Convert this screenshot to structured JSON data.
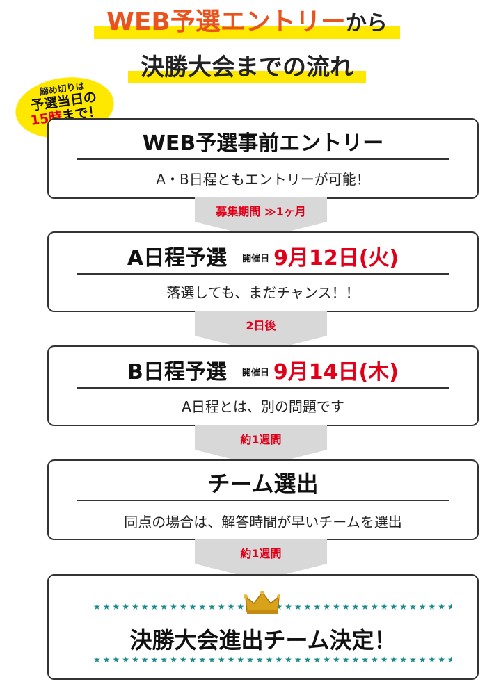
{
  "title": {
    "line1_orange": "WEB予選エントリー",
    "line1_dark": "から",
    "line2": "決勝大会までの流れ"
  },
  "badge": {
    "line1": "締め切りは",
    "line2": "予選当日の",
    "line3_red": "15時",
    "line3_dark": "まで！"
  },
  "steps": [
    {
      "title": "WEB予選事前エントリー",
      "sub": "A・B日程ともエントリーが可能！"
    },
    {
      "title": "A日程予選",
      "host": "開催日",
      "date": "9月12日(火)",
      "sub": "落選しても、まだチャンス！！"
    },
    {
      "title": "B日程予選",
      "host": "開催日",
      "date": "9月14日(木)",
      "sub": "A日程とは、別の問題です"
    },
    {
      "title": "チーム選出",
      "sub": "同点の場合は、解答時間が早いチームを選出"
    }
  ],
  "arrows": [
    "募集期間 ≫1ヶ月",
    "2日後",
    "約1週間",
    "約1週間"
  ],
  "final": {
    "text": "決勝大会進出チーム決定！",
    "icon": "crown-icon"
  },
  "colors": {
    "accent_red": "#e1001a",
    "title_orange": "#e8531e",
    "highlight_yellow": "#ffe800",
    "star_teal": "#1a8a8a"
  }
}
